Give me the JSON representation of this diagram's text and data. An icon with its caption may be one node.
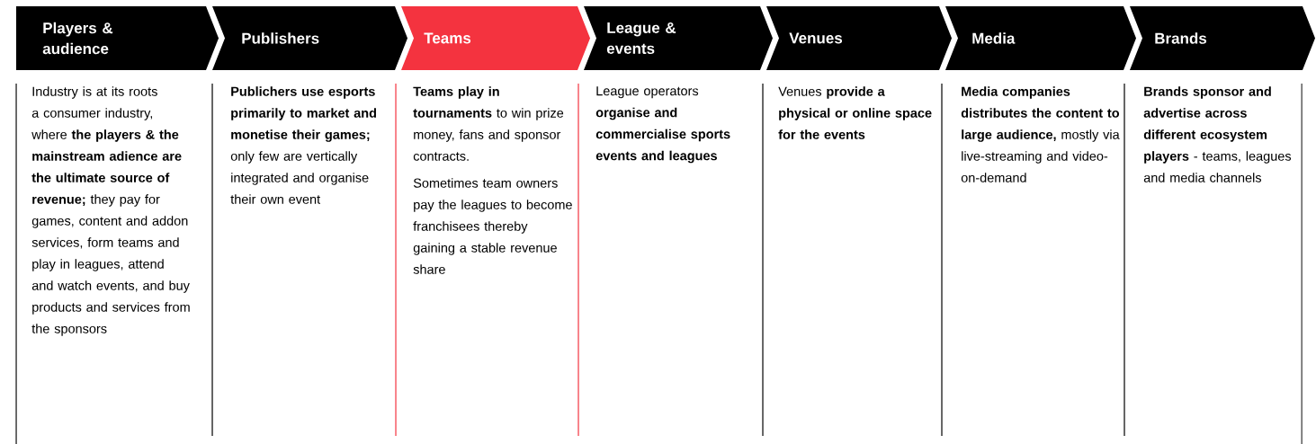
{
  "diagram": {
    "nodes": [
      {
        "text": [
          "Players & audience",
          "Industry is at its roots a consumer industry, where **the players & the mainstream adience are the ultimate source of revenue;** they pay for games, content and addon services, form teams and play in leagues, attend and watch events, and buy products and services from the sponsors"
        ]
      },
      {
        "text": [
          "Publishers",
          "**Publichers use esports primarily to market and monetise their games;** only few are vertically integrated and organise their own event"
        ]
      },
      {
        "text": [
          "Teams",
          "**Teams play in tournaments** to win prize money, fans and sponsor contracts.",
          "Sometimes team owners pay the leagues to become franchisees thereby gaining a stable revenue share"
        ]
      },
      {
        "text": [
          "League & events",
          "League operators **organise and commercialise sports events and leagues**"
        ]
      },
      {
        "text": [
          "Venues",
          "Venues **provide a physical or online space for the events**"
        ]
      },
      {
        "text": [
          "Media",
          "**Media companies distributes the content to large audience,** mostly via live-streaming and video-on-demand"
        ]
      },
      {
        "text": [
          "Brands",
          "**Brands sponsor and advertise across different ecosystem players** - teams, leagues and media channels"
        ]
      }
    ]
  }
}
